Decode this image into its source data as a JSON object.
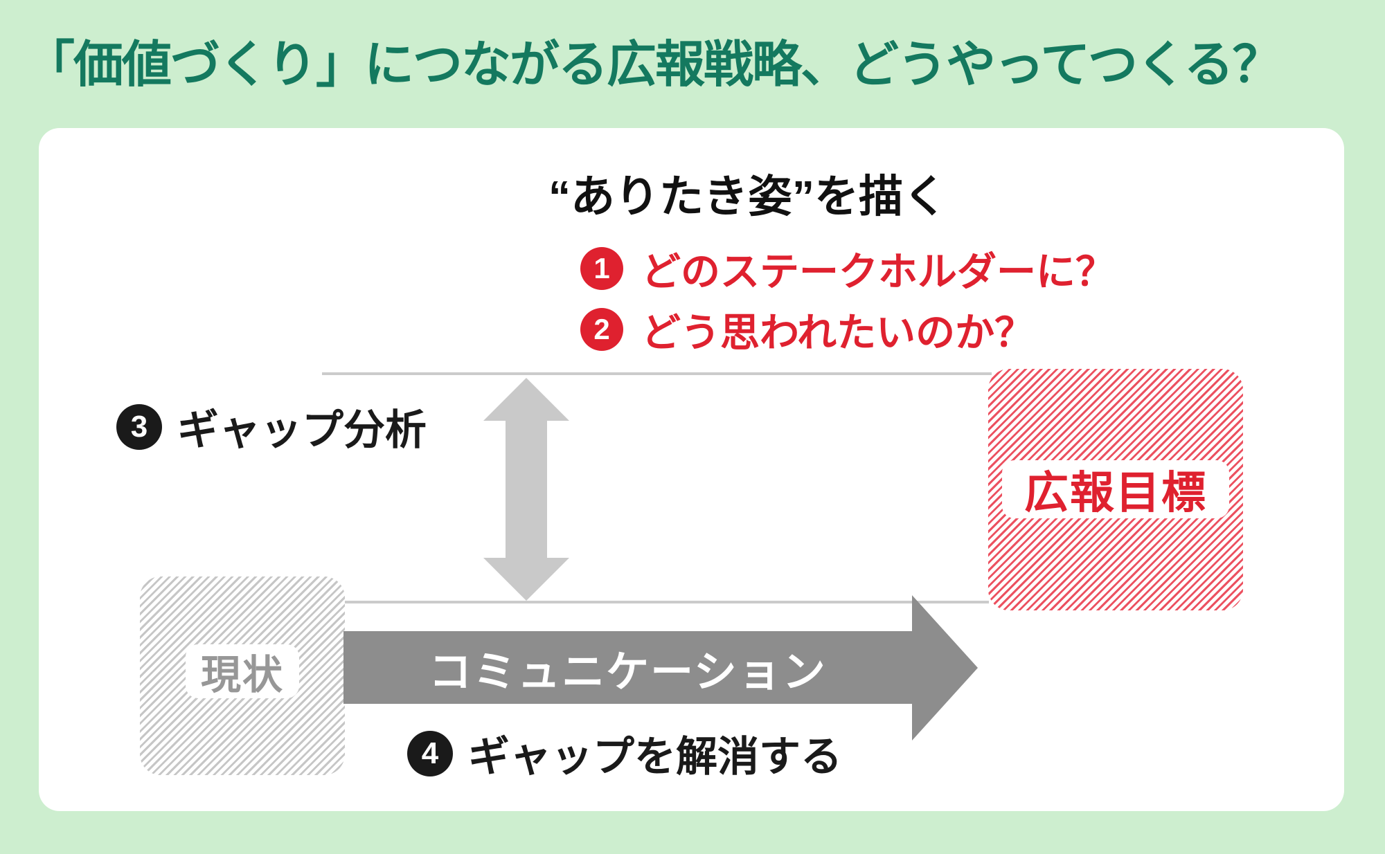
{
  "title": "「価値づくり」につながる広報戦略、どうやってつくる？",
  "diagram": {
    "heading": "“ありたき姿”を描く",
    "steps": [
      {
        "num": "1",
        "label": "どのステークホルダーに？"
      },
      {
        "num": "2",
        "label": "どう思われたいのか？"
      },
      {
        "num": "3",
        "label": "ギャップ分析"
      },
      {
        "num": "4",
        "label": "ギャップを解消する"
      }
    ],
    "goal_box_label": "広報目標",
    "current_box_label": "現状",
    "communication_arrow_label": "コミュニケーション"
  },
  "colors": {
    "background": "#cdeecf",
    "title_text": "#14795f",
    "accent_red": "#df212f",
    "arrow_dark_gray": "#8d8d8d",
    "arrow_light_gray": "#c9c9c9",
    "black": "#1a1a1a"
  }
}
